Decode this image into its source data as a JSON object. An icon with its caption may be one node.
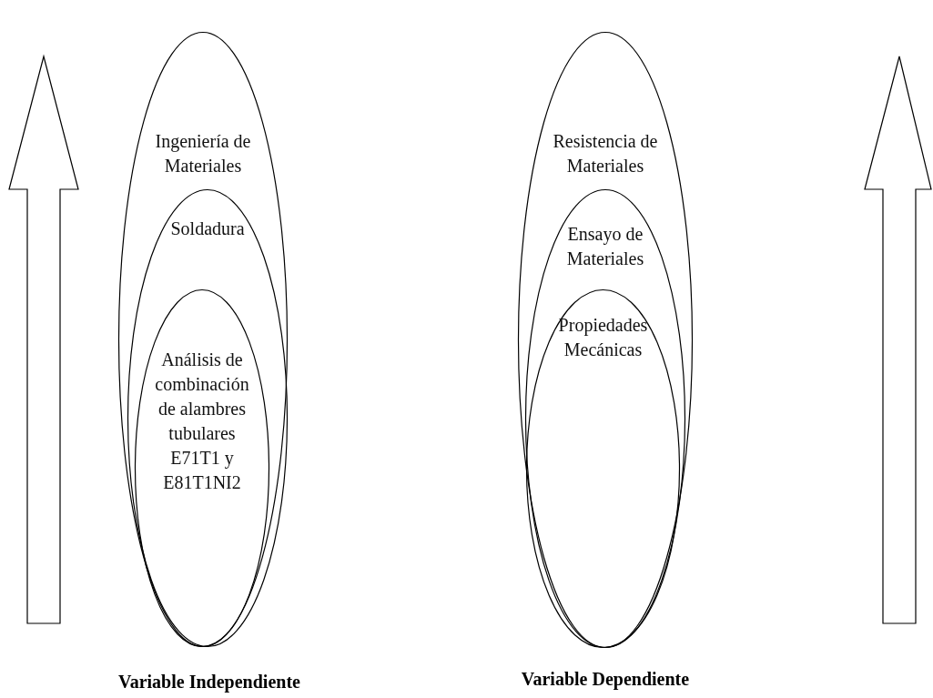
{
  "diagram": {
    "nodes": [
      {
        "text": [
          "Ingeniería de Materiales"
        ]
      },
      {
        "text": [
          "Soldadura"
        ],
        "in": 0
      },
      {
        "text": [
          "Análisis de combinación de alambres tubulares E71T1 y E81T1NI2"
        ],
        "in": 1
      },
      {
        "text": [
          "Resistencia de Materiales"
        ]
      },
      {
        "text": [
          "Ensayo de Materiales"
        ],
        "in": 3
      },
      {
        "text": [
          "Propiedades Mecánicas"
        ],
        "in": 4
      }
    ],
    "edges": [],
    "labels": [
      "Variable Independiente",
      "Variable Dependiente"
    ]
  }
}
